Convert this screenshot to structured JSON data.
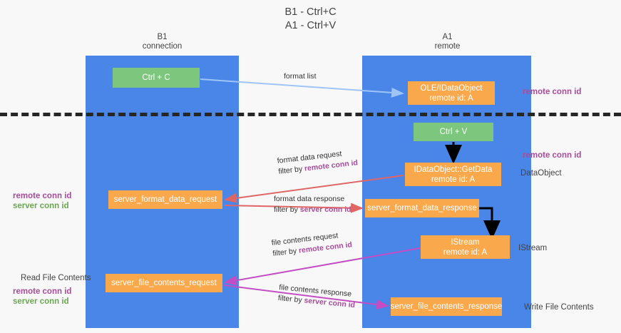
{
  "title": {
    "line1": "B1 - Ctrl+C",
    "line2": "A1 - Ctrl+V"
  },
  "lanes": [
    {
      "id": "b1",
      "name": "B1",
      "role": "connection"
    },
    {
      "id": "a1",
      "name": "A1",
      "role": "remote"
    }
  ],
  "nodes": {
    "ctrl_c": {
      "label": "Ctrl + C",
      "color": "#7dc67d"
    },
    "idataobject_remote": {
      "line1": "OLE/IDataObject",
      "line2": "remote id: A",
      "color": "#f9a94c"
    },
    "ctrl_v": {
      "label": "Ctrl + V",
      "color": "#7dc67d"
    },
    "getdata": {
      "line1": "IDataObject::GetData",
      "line2": "remote id: A",
      "color": "#f9a94c"
    },
    "server_format_data_request": {
      "label": "server_format_data_request",
      "color": "#f9a94c"
    },
    "server_format_data_response": {
      "label": "server_format_data_response",
      "color": "#f9a94c"
    },
    "istream": {
      "line1": "IStream",
      "line2": "remote id: A",
      "color": "#f9a94c"
    },
    "server_file_contents_request": {
      "label": "server_file_contents_request",
      "color": "#f9a94c"
    },
    "server_file_contents_response": {
      "label": "server_file_contents_response",
      "color": "#f9a94c"
    }
  },
  "edges": {
    "format_list": {
      "label": "format list"
    },
    "format_data_request": {
      "line1": "format data request",
      "prefix": "filter by ",
      "token": "remote conn id"
    },
    "format_data_response": {
      "line1": "format data response",
      "prefix": "filter by ",
      "token": "server conn id"
    },
    "file_contents_request": {
      "line1": "file contents request",
      "prefix": "filter by ",
      "token": "remote conn id"
    },
    "file_contents_response": {
      "line1": "file contents response",
      "prefix": "filter by ",
      "token": "server conn id"
    }
  },
  "side_labels": {
    "remote_conn_id_top": "remote conn id",
    "remote_conn_id_mid": "remote conn id",
    "dataobject": "DataObject",
    "istream": "IStream",
    "write_file_contents": "Write File Contents",
    "read_file_contents": "Read File Contents"
  },
  "legend": {
    "remote_conn_id": "remote conn id",
    "server_conn_id": "server conn id"
  },
  "colors": {
    "lane": "#4a86e8",
    "green_node": "#7dc67d",
    "orange_node": "#f9a94c",
    "purple_text": "#a64d9a",
    "green_text": "#6aa84f",
    "divider": "#262626",
    "arrow_blue": "#9fc5f8",
    "arrow_red": "#e06666",
    "arrow_magenta": "#c44dc4",
    "arrow_black": "#000000",
    "background": "#f8f8f8"
  }
}
